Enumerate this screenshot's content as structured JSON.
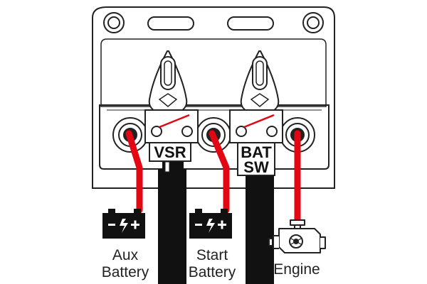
{
  "switches": {
    "vsr": {
      "label": "VSR"
    },
    "bat_sw": {
      "label_line1": "BAT",
      "label_line2": "SW"
    }
  },
  "terminals": {
    "aux": {
      "label_line1": "Aux",
      "label_line2": "Battery"
    },
    "start": {
      "label_line1": "Start",
      "label_line2": "Battery"
    },
    "engine": {
      "label": "Engine"
    }
  },
  "colors": {
    "positive_cable": "#e30613",
    "negative_cable": "#111111",
    "outline": "#222222",
    "housing": "#ffffff"
  },
  "icons": {
    "battery": "battery-icon",
    "engine": "engine-icon"
  }
}
